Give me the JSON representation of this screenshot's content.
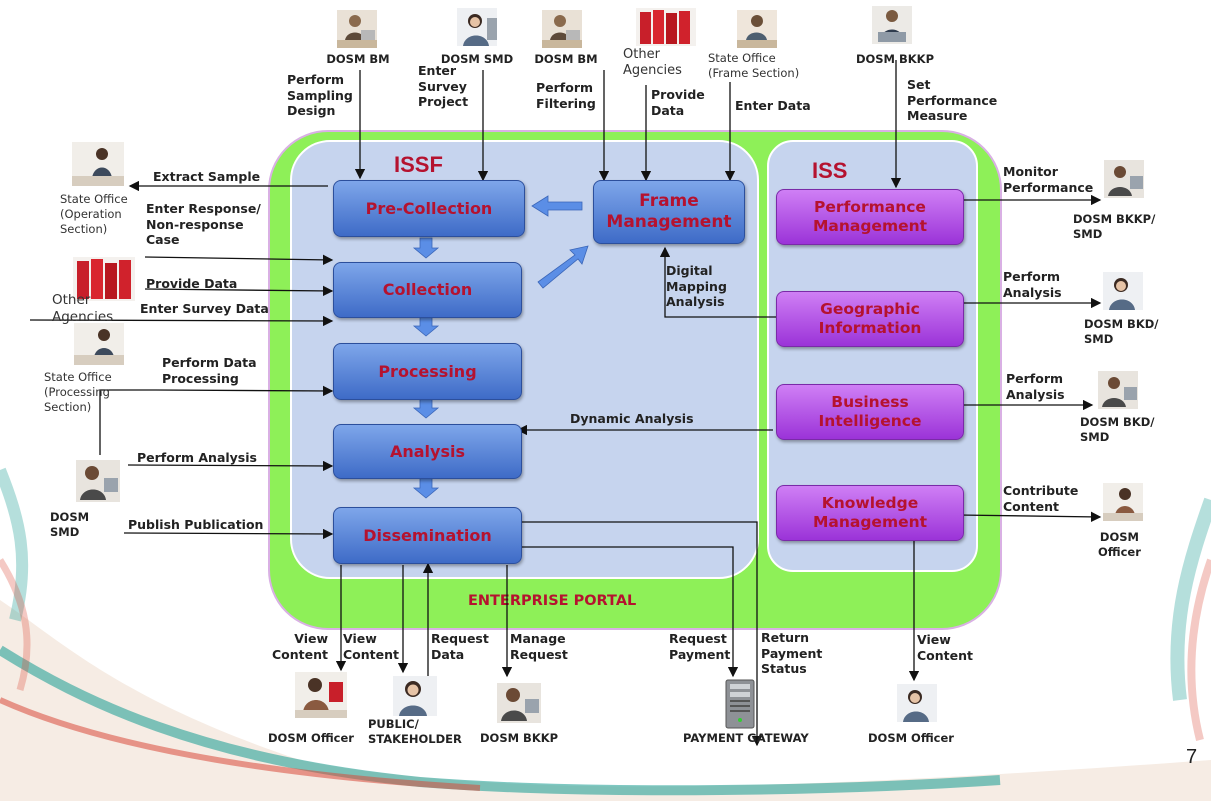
{
  "page_number": "7",
  "panels": {
    "issf_title": "ISSF",
    "iss_title": "ISS",
    "portal_title": "ENTERPRISE PORTAL"
  },
  "issf_modules": {
    "pre_collection": "Pre-Collection",
    "frame_management": "Frame\nManagement",
    "collection": "Collection",
    "processing": "Processing",
    "analysis": "Analysis",
    "dissemination": "Dissemination"
  },
  "iss_modules": {
    "performance": "Performance\nManagement",
    "geographic": "Geographic\nInformation",
    "business": "Business\nIntelligence",
    "knowledge": "Knowledge\nManagement"
  },
  "actors": {
    "top_bm_1": "DOSM BM",
    "top_smd": "DOSM SMD",
    "top_bm_2": "DOSM BM",
    "top_other_agencies": "Other\nAgencies",
    "top_state_frame": "State Office\n(Frame Section)",
    "top_bkkp": "DOSM BKKP",
    "left_state_operation": "State Office\n(Operation\nSection)",
    "left_other_agencies": "Other\nAgencies",
    "left_state_processing": "State Office\n(Processing\nSection)",
    "left_smd": "DOSM\nSMD",
    "right_bkkp_smd": "DOSM BKKP/\nSMD",
    "right_bkd_smd_1": "DOSM BKD/\nSMD",
    "right_bkd_smd_2": "DOSM BKD/\nSMD",
    "right_officer": "DOSM\nOfficer",
    "bottom_officer_1": "DOSM Officer",
    "bottom_public": "PUBLIC/\nSTAKEHOLDER",
    "bottom_bkkp": "DOSM BKKP",
    "bottom_gateway": "PAYMENT GATEWAY",
    "bottom_officer_2": "DOSM Officer"
  },
  "flows": {
    "perform_sampling": "Perform\nSampling\nDesign",
    "enter_survey_project": "Enter\nSurvey\nProject",
    "perform_filtering": "Perform\nFiltering",
    "provide_data_top": "Provide\nData",
    "enter_data": "Enter Data",
    "set_performance": "Set\nPerformance\nMeasure",
    "extract_sample": "Extract Sample",
    "enter_response": "Enter Response/\nNon-response\nCase",
    "provide_data_left": "Provide Data",
    "enter_survey_data": "Enter Survey Data",
    "perform_data_processing": "Perform Data\nProcessing",
    "perform_analysis_left": "Perform Analysis",
    "publish_publication": "Publish Publication",
    "digital_mapping": "Digital\nMapping\nAnalysis",
    "dynamic_analysis": "Dynamic Analysis",
    "monitor_performance": "Monitor\nPerformance",
    "perform_analysis_r1": "Perform\nAnalysis",
    "perform_analysis_r2": "Perform\nAnalysis",
    "contribute_content": "Contribute\nContent",
    "view_content_1": "View\nContent",
    "view_content_2": "View\nContent",
    "request_data": "Request\nData",
    "manage_request": "Manage\nRequest",
    "request_payment": "Request\nPayment",
    "return_payment": "Return\nPayment\nStatus",
    "view_content_3": "View\nContent"
  },
  "colors": {
    "portal_green": "#8ef058",
    "panel_blue": "#c6d4ee",
    "module_blue": "#5a86da",
    "module_purple": "#b65ae8",
    "title_red": "#b5122f"
  }
}
